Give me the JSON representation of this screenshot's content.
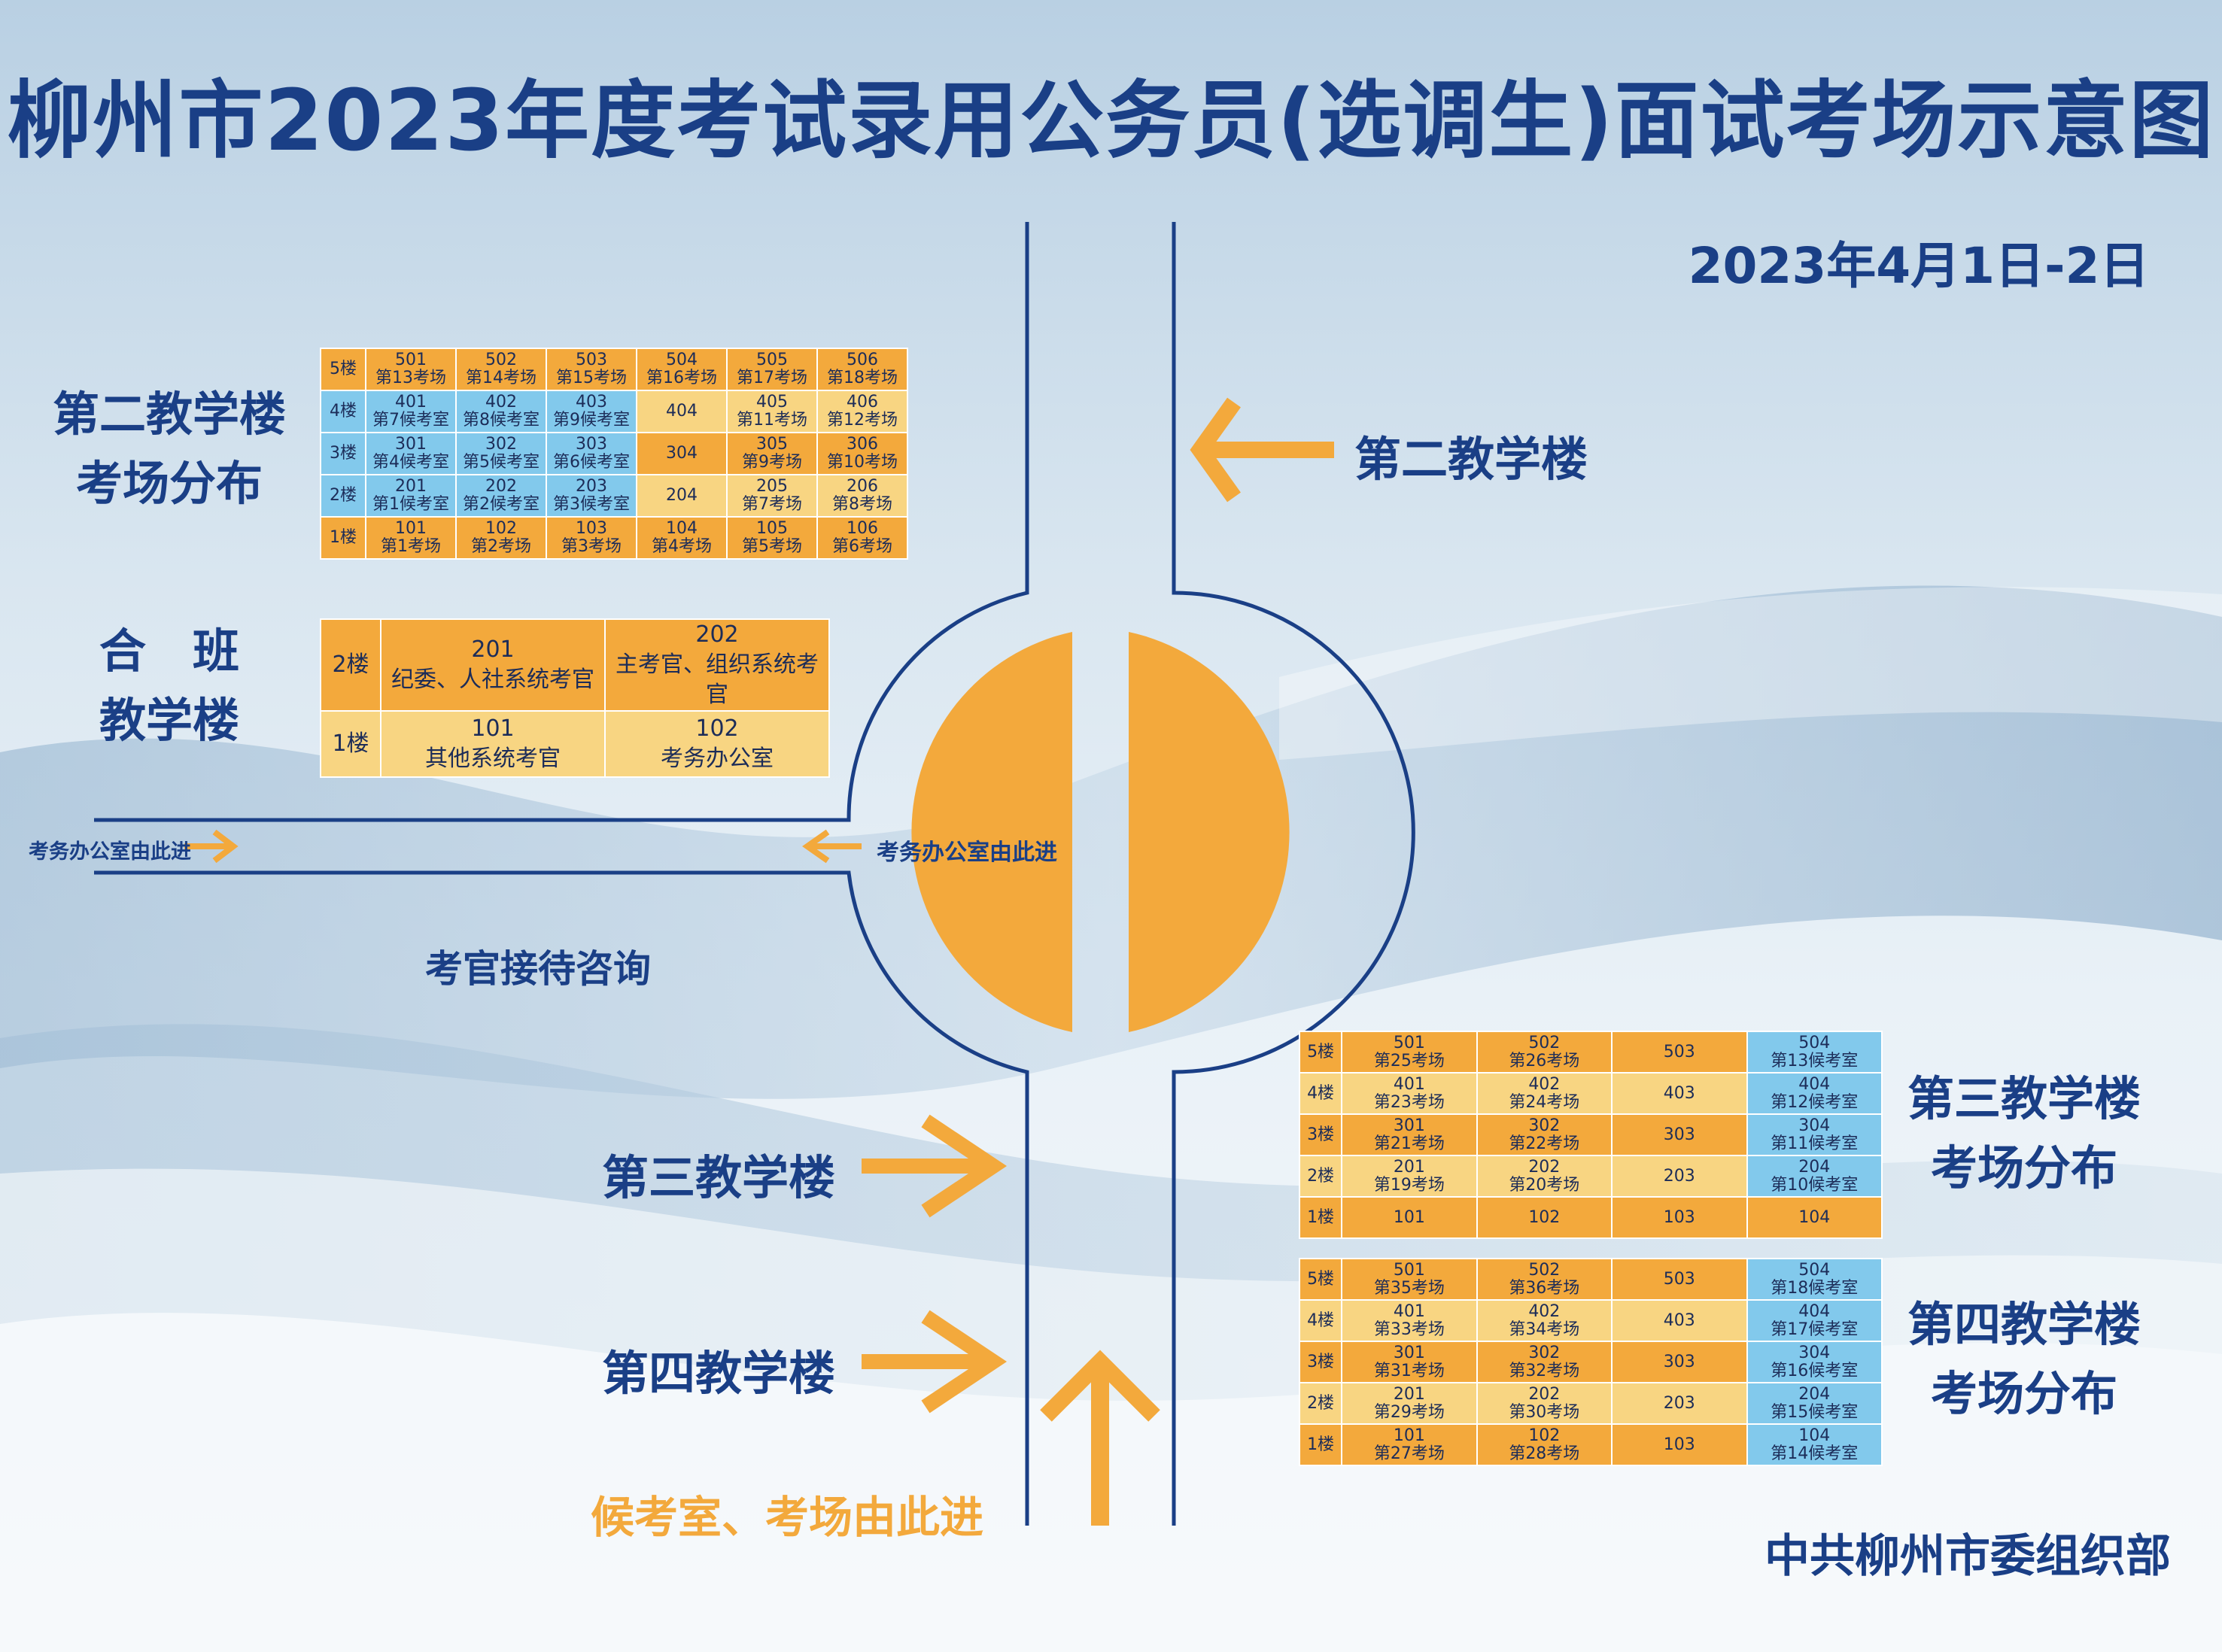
{
  "title": "柳州市2023年度考试录用公务员(选调生)面试考场示意图",
  "date": "2023年4月1日-2日",
  "footer": "中共柳州市委组织部",
  "colors": {
    "navy": "#1a3f86",
    "orange": "#f3a93c",
    "light_orange": "#f8d582",
    "blue": "#82c9ec"
  },
  "building2": {
    "heading_line1": "第二教学楼",
    "heading_line2": "考场分布",
    "rows": [
      {
        "floor": "5楼",
        "cells": [
          {
            "room": "501",
            "note": "第13考场",
            "color": "o"
          },
          {
            "room": "502",
            "note": "第14考场",
            "color": "o"
          },
          {
            "room": "503",
            "note": "第15考场",
            "color": "o"
          },
          {
            "room": "504",
            "note": "第16考场",
            "color": "o"
          },
          {
            "room": "505",
            "note": "第17考场",
            "color": "o"
          },
          {
            "room": "506",
            "note": "第18考场",
            "color": "o"
          }
        ]
      },
      {
        "floor": "4楼",
        "cells": [
          {
            "room": "401",
            "note": "第7候考室",
            "color": "b"
          },
          {
            "room": "402",
            "note": "第8候考室",
            "color": "b"
          },
          {
            "room": "403",
            "note": "第9候考室",
            "color": "b"
          },
          {
            "room": "404",
            "note": "",
            "color": "y"
          },
          {
            "room": "405",
            "note": "第11考场",
            "color": "y"
          },
          {
            "room": "406",
            "note": "第12考场",
            "color": "y"
          }
        ]
      },
      {
        "floor": "3楼",
        "cells": [
          {
            "room": "301",
            "note": "第4候考室",
            "color": "b"
          },
          {
            "room": "302",
            "note": "第5候考室",
            "color": "b"
          },
          {
            "room": "303",
            "note": "第6候考室",
            "color": "b"
          },
          {
            "room": "304",
            "note": "",
            "color": "o"
          },
          {
            "room": "305",
            "note": "第9考场",
            "color": "o"
          },
          {
            "room": "306",
            "note": "第10考场",
            "color": "o"
          }
        ]
      },
      {
        "floor": "2楼",
        "cells": [
          {
            "room": "201",
            "note": "第1候考室",
            "color": "b"
          },
          {
            "room": "202",
            "note": "第2候考室",
            "color": "b"
          },
          {
            "room": "203",
            "note": "第3候考室",
            "color": "b"
          },
          {
            "room": "204",
            "note": "",
            "color": "y"
          },
          {
            "room": "205",
            "note": "第7考场",
            "color": "y"
          },
          {
            "room": "206",
            "note": "第8考场",
            "color": "y"
          }
        ]
      },
      {
        "floor": "1楼",
        "cells": [
          {
            "room": "101",
            "note": "第1考场",
            "color": "o"
          },
          {
            "room": "102",
            "note": "第2考场",
            "color": "o"
          },
          {
            "room": "103",
            "note": "第3考场",
            "color": "o"
          },
          {
            "room": "104",
            "note": "第4考场",
            "color": "o"
          },
          {
            "room": "105",
            "note": "第5考场",
            "color": "o"
          },
          {
            "room": "106",
            "note": "第6考场",
            "color": "o"
          }
        ]
      }
    ]
  },
  "merged": {
    "heading_line1": "合　班",
    "heading_line2": "教学楼",
    "rows": [
      {
        "floor": "2楼",
        "cells": [
          {
            "room": "201",
            "note": "纪委、人社系统考官",
            "color": "o"
          },
          {
            "room": "202",
            "note": "主考官、组织系统考官",
            "color": "o"
          }
        ]
      },
      {
        "floor": "1楼",
        "cells": [
          {
            "room": "101",
            "note": "其他系统考官",
            "color": "y"
          },
          {
            "room": "102",
            "note": "考务办公室",
            "color": "y"
          }
        ]
      }
    ]
  },
  "building3": {
    "heading_line1": "第三教学楼",
    "heading_line2": "考场分布",
    "rows": [
      {
        "floor": "5楼",
        "cells": [
          {
            "room": "501",
            "note": "第25考场",
            "color": "o"
          },
          {
            "room": "502",
            "note": "第26考场",
            "color": "o"
          },
          {
            "room": "503",
            "note": "",
            "color": "o"
          },
          {
            "room": "504",
            "note": "第13候考室",
            "color": "b"
          }
        ]
      },
      {
        "floor": "4楼",
        "cells": [
          {
            "room": "401",
            "note": "第23考场",
            "color": "y"
          },
          {
            "room": "402",
            "note": "第24考场",
            "color": "y"
          },
          {
            "room": "403",
            "note": "",
            "color": "y"
          },
          {
            "room": "404",
            "note": "第12候考室",
            "color": "b"
          }
        ]
      },
      {
        "floor": "3楼",
        "cells": [
          {
            "room": "301",
            "note": "第21考场",
            "color": "o"
          },
          {
            "room": "302",
            "note": "第22考场",
            "color": "o"
          },
          {
            "room": "303",
            "note": "",
            "color": "o"
          },
          {
            "room": "304",
            "note": "第11候考室",
            "color": "b"
          }
        ]
      },
      {
        "floor": "2楼",
        "cells": [
          {
            "room": "201",
            "note": "第19考场",
            "color": "y"
          },
          {
            "room": "202",
            "note": "第20考场",
            "color": "y"
          },
          {
            "room": "203",
            "note": "",
            "color": "y"
          },
          {
            "room": "204",
            "note": "第10候考室",
            "color": "b"
          }
        ]
      },
      {
        "floor": "1楼",
        "cells": [
          {
            "room": "101",
            "note": "",
            "color": "o"
          },
          {
            "room": "102",
            "note": "",
            "color": "o"
          },
          {
            "room": "103",
            "note": "",
            "color": "o"
          },
          {
            "room": "104",
            "note": "",
            "color": "o"
          }
        ]
      }
    ]
  },
  "building4": {
    "heading_line1": "第四教学楼",
    "heading_line2": "考场分布",
    "rows": [
      {
        "floor": "5楼",
        "cells": [
          {
            "room": "501",
            "note": "第35考场",
            "color": "o"
          },
          {
            "room": "502",
            "note": "第36考场",
            "color": "o"
          },
          {
            "room": "503",
            "note": "",
            "color": "o"
          },
          {
            "room": "504",
            "note": "第18候考室",
            "color": "b"
          }
        ]
      },
      {
        "floor": "4楼",
        "cells": [
          {
            "room": "401",
            "note": "第33考场",
            "color": "y"
          },
          {
            "room": "402",
            "note": "第34考场",
            "color": "y"
          },
          {
            "room": "403",
            "note": "",
            "color": "y"
          },
          {
            "room": "404",
            "note": "第17候考室",
            "color": "b"
          }
        ]
      },
      {
        "floor": "3楼",
        "cells": [
          {
            "room": "301",
            "note": "第31考场",
            "color": "o"
          },
          {
            "room": "302",
            "note": "第32考场",
            "color": "o"
          },
          {
            "room": "303",
            "note": "",
            "color": "o"
          },
          {
            "room": "304",
            "note": "第16候考室",
            "color": "b"
          }
        ]
      },
      {
        "floor": "2楼",
        "cells": [
          {
            "room": "201",
            "note": "第29考场",
            "color": "y"
          },
          {
            "room": "202",
            "note": "第30考场",
            "color": "y"
          },
          {
            "room": "203",
            "note": "",
            "color": "y"
          },
          {
            "room": "204",
            "note": "第15候考室",
            "color": "b"
          }
        ]
      },
      {
        "floor": "1楼",
        "cells": [
          {
            "room": "101",
            "note": "第27考场",
            "color": "o"
          },
          {
            "room": "102",
            "note": "第28考场",
            "color": "o"
          },
          {
            "room": "103",
            "note": "",
            "color": "o"
          },
          {
            "room": "104",
            "note": "第14候考室",
            "color": "b"
          }
        ]
      }
    ]
  },
  "map_labels": {
    "building2_arrow": "第二教学楼",
    "building3_arrow": "第三教学楼",
    "building4_arrow": "第四教学楼",
    "office_left": "考务办公室由此进",
    "office_center": "考务办公室由此进",
    "reception": "考官接待咨询",
    "entrance": "候考室、考场由此进"
  }
}
